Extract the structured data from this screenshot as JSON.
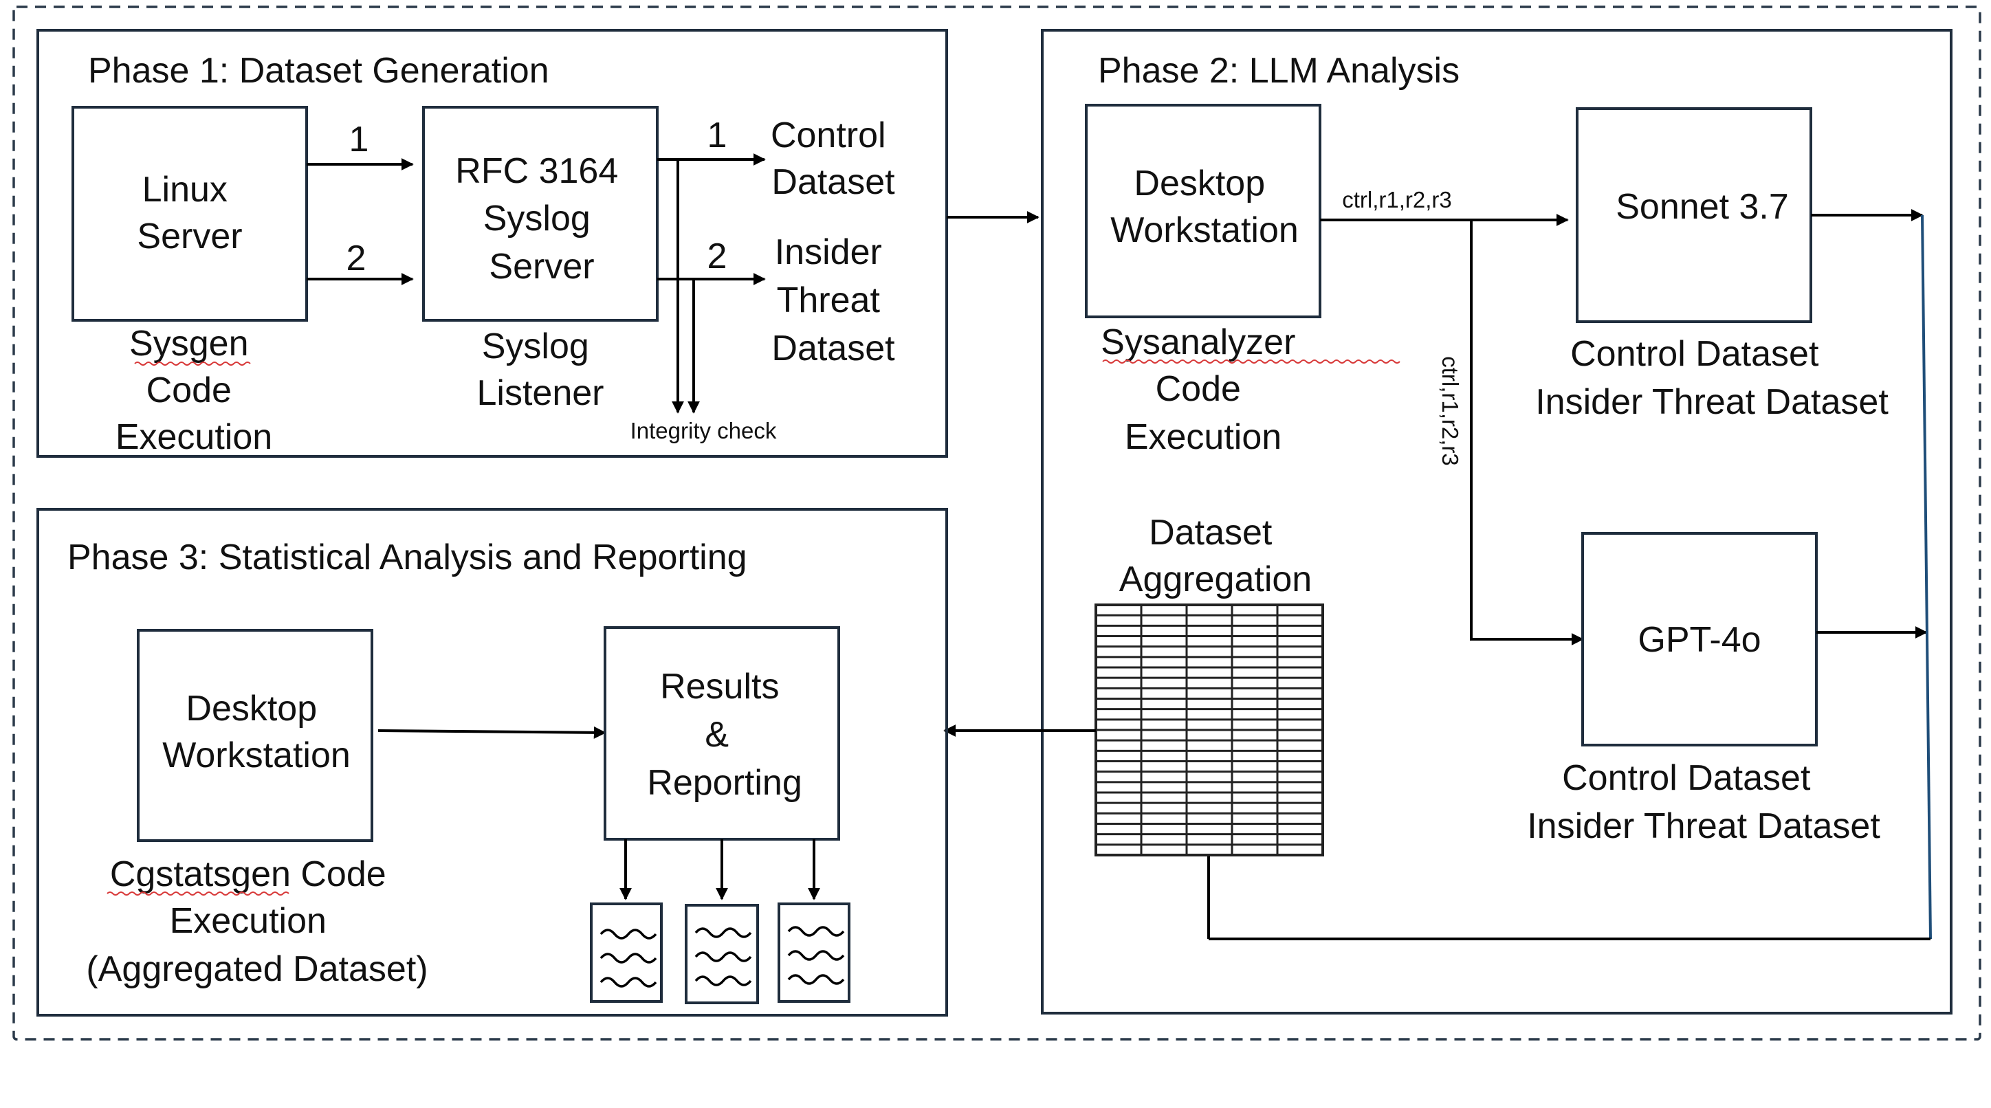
{
  "phase1": {
    "title": "Phase 1: Dataset Generation",
    "linux_server": [
      "Linux",
      "Server"
    ],
    "sysgen": [
      "Sysgen",
      "Code",
      "Execution"
    ],
    "rfc_server": [
      "RFC 3164",
      "Syslog",
      "Server"
    ],
    "syslog_listener": [
      "Syslog",
      "Listener"
    ],
    "arrow_label_1": "1",
    "arrow_label_2": "2",
    "out_label_1": "1",
    "out_label_2": "2",
    "control_dataset": [
      "Control",
      "Dataset"
    ],
    "insider_dataset": [
      "Insider",
      "Threat",
      "Dataset"
    ],
    "integrity_check": "Integrity check"
  },
  "phase2": {
    "title": "Phase 2: LLM Analysis",
    "workstation": [
      "Desktop",
      "Workstation"
    ],
    "sysanalyzer": [
      "Sysanalyzer",
      "Code",
      "Execution"
    ],
    "edge_label_h": "ctrl,r1,r2,r3",
    "edge_label_v": "ctrl,r1,r2,r3",
    "sonnet": "Sonnet 3.7",
    "sonnet_datasets": [
      "Control Dataset",
      "Insider Threat Dataset"
    ],
    "gpt": "GPT-4o",
    "gpt_datasets": [
      "Control Dataset",
      "Insider Threat Dataset"
    ],
    "aggregation": [
      "Dataset",
      "Aggregation"
    ]
  },
  "phase3": {
    "title": "Phase 3: Statistical Analysis and Reporting",
    "workstation": [
      "Desktop",
      "Workstation"
    ],
    "cgstatsgen": [
      "Cgstatsgen Code",
      "Execution",
      "(Aggregated Dataset)"
    ],
    "results": [
      "Results",
      "&",
      "Reporting"
    ]
  }
}
